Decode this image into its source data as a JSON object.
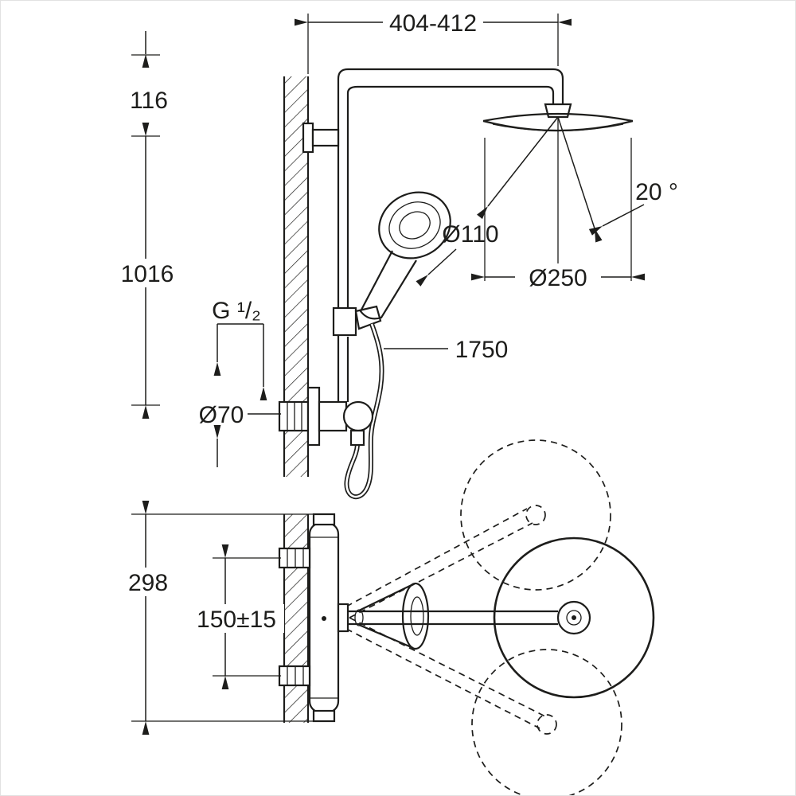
{
  "drawing": {
    "title": "shower-system-dimensional-drawing",
    "dim_top_width": "404-412",
    "dim_offset_116": "116",
    "dim_rail_1016": "1016",
    "dim_thread": "G ¹/₂",
    "dim_escutcheon": "Ø70",
    "dim_handshower": "Ø110",
    "dim_headshower": "Ø250",
    "dim_tilt_angle": "20 °",
    "dim_hose_length": "1750",
    "dim_depth_298": "298",
    "dim_spacing_150": "150±15"
  },
  "meta": {
    "line_color": "#1d1d1b",
    "background_color": "#ffffff"
  }
}
